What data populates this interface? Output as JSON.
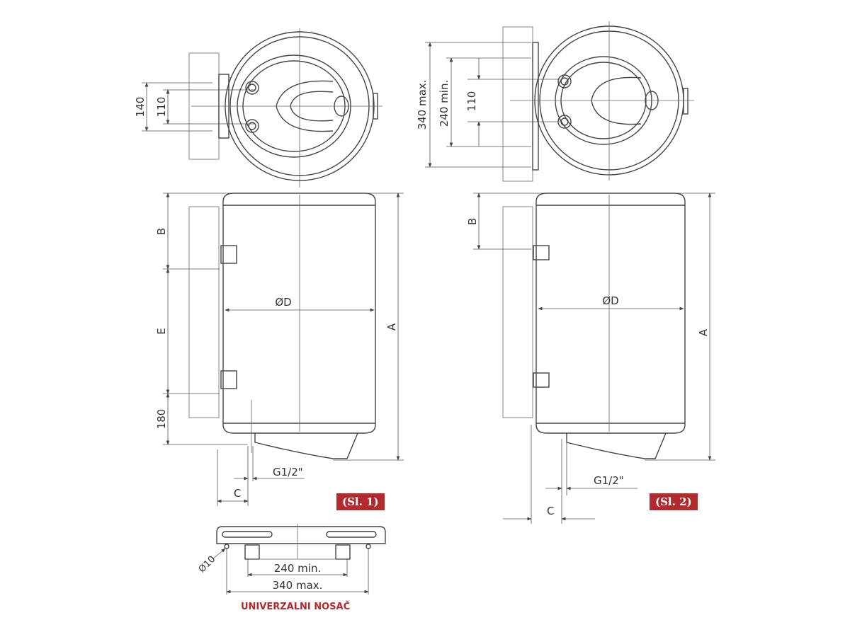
{
  "figure1": {
    "badge": "(Sl. 1)",
    "dims": {
      "d140": "140",
      "d110": "110",
      "B": "B",
      "E": "E",
      "d180": "180",
      "A": "A",
      "D": "ØD",
      "G": "G1/2\"",
      "C": "C"
    }
  },
  "figure2": {
    "badge": "(Sl. 2)",
    "dims": {
      "d340": "340 max.",
      "d240": "240 min.",
      "d110": "110",
      "B": "B",
      "A": "A",
      "D": "ØD",
      "G": "G1/2\"",
      "C": "C"
    }
  },
  "bracket": {
    "caption": "UNIVERZALNI NOSAČ",
    "hole": "Ø10",
    "min": "240 min.",
    "max": "340 max."
  },
  "colors": {
    "accent": "#b22a2e"
  }
}
